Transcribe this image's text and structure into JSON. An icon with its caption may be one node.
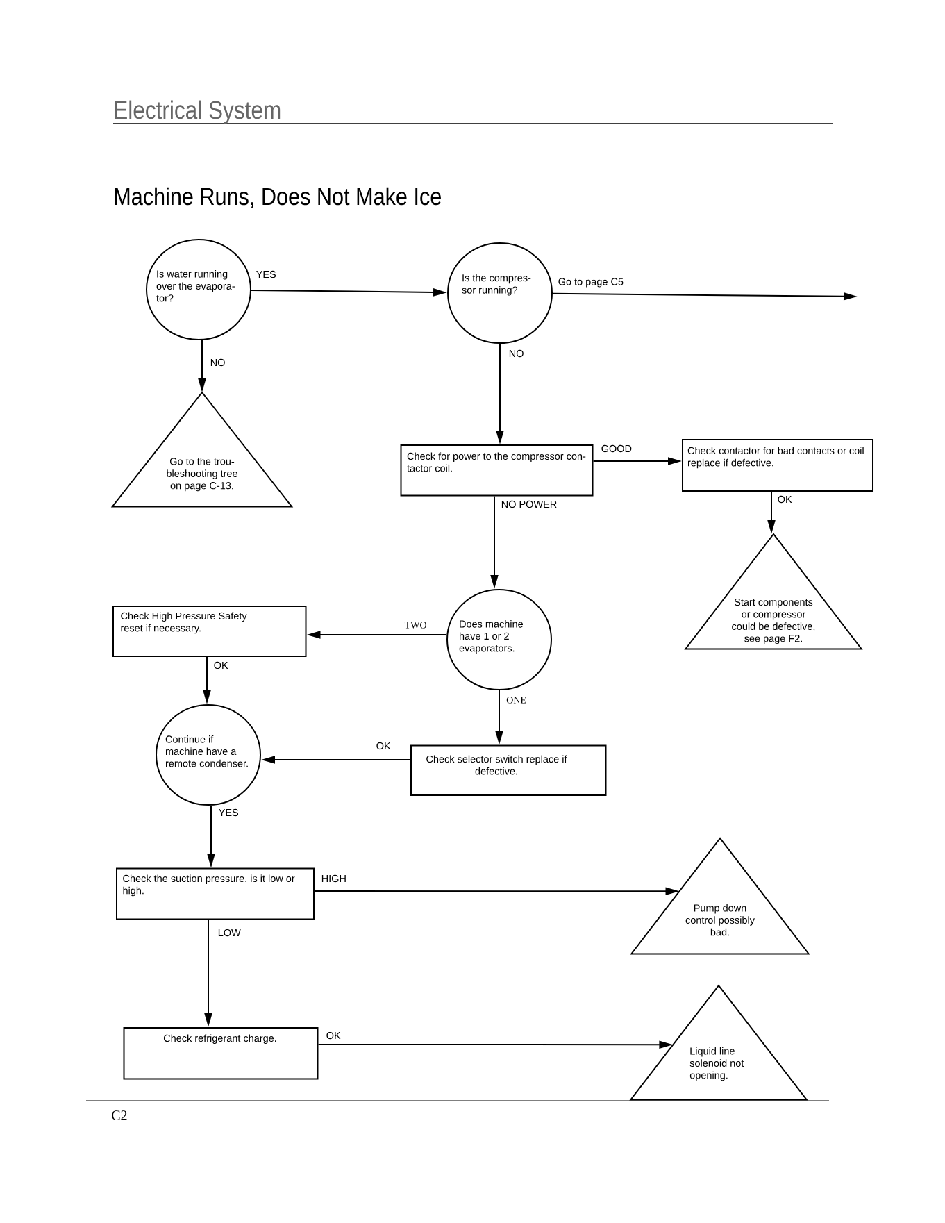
{
  "diagram": {
    "title": "Machine Runs, Does Not Make Ice",
    "nodes": [
      {
        "text": [
          "Is water running over the evapora- tor?"
        ]
      },
      {
        "text": [
          "Is the compres- sor running?"
        ]
      },
      {
        "text": [
          "Go to the trou- bleshooting tree on page C-13."
        ]
      },
      {
        "text": [
          "Check for power to the compressor con- tactor coil."
        ]
      },
      {
        "text": [
          "Check contactor for bad contacts or coil replace if defective."
        ]
      },
      {
        "text": [
          "Start components or compressor could be defective, see page F2."
        ]
      },
      {
        "text": [
          "Check High Pressure Safety reset if necessary."
        ]
      },
      {
        "text": [
          "Does machine have 1 or 2 evaporators."
        ]
      },
      {
        "text": [
          "Continue if machine have a remote condenser."
        ]
      },
      {
        "text": [
          "Check selector switch replace if defective."
        ]
      },
      {
        "text": [
          "Check the suction pressure, is it low or high."
        ]
      },
      {
        "text": [
          "Pump down control possibly bad."
        ]
      },
      {
        "text": [
          "Check refrigerant charge."
        ]
      },
      {
        "text": [
          "Liquid line solenoid not opening."
        ]
      }
    ],
    "edges": [
      {
        "from": 0,
        "to": 1,
        "arrow": "to",
        "label": "YES"
      },
      {
        "from": 0,
        "to": 2,
        "arrow": "to",
        "label": "NO"
      },
      {
        "from": 1,
        "to": null,
        "arrow": "to",
        "label": "Go to page C5"
      },
      {
        "from": 1,
        "to": 3,
        "arrow": "to",
        "label": "NO"
      },
      {
        "from": 3,
        "to": 4,
        "arrow": "to",
        "label": "GOOD"
      },
      {
        "from": 4,
        "to": 5,
        "arrow": "to",
        "label": "OK"
      },
      {
        "from": 3,
        "to": 7,
        "arrow": "to",
        "label": "NO POWER"
      },
      {
        "from": 7,
        "to": 6,
        "arrow": "to",
        "label": "TWO"
      },
      {
        "from": 7,
        "to": 9,
        "arrow": "to",
        "label": "ONE"
      },
      {
        "from": 6,
        "to": 8,
        "arrow": "to",
        "label": "OK"
      },
      {
        "from": 9,
        "to": 8,
        "arrow": "to",
        "label": "OK"
      },
      {
        "from": 8,
        "to": 10,
        "arrow": "to",
        "label": "YES"
      },
      {
        "from": 10,
        "to": 11,
        "arrow": "to",
        "label": "HIGH"
      },
      {
        "from": 10,
        "to": 12,
        "arrow": "to",
        "label": "LOW"
      },
      {
        "from": 12,
        "to": 13,
        "arrow": "to",
        "label": "OK"
      }
    ],
    "labels": [
      "Electrical System",
      "C2"
    ]
  }
}
